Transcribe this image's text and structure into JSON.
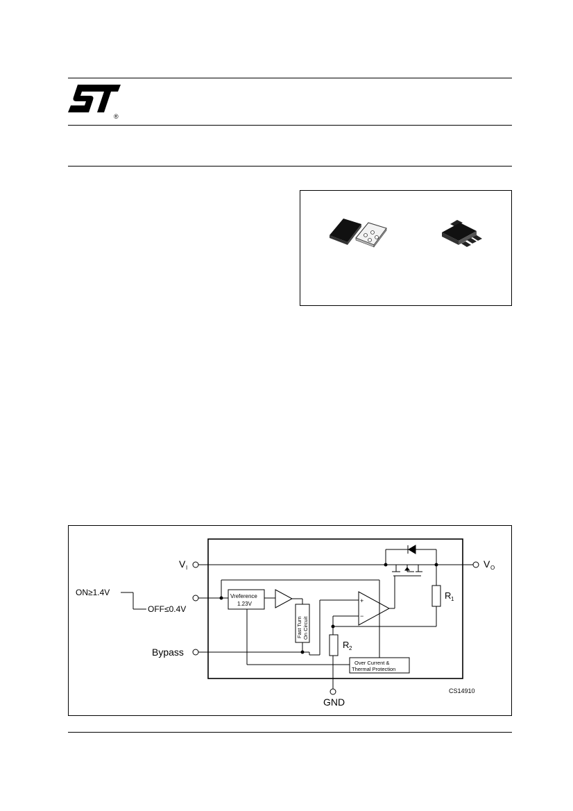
{
  "logo": {
    "text": "ST",
    "registered": "®"
  },
  "packages": [
    {
      "name": "dfn-package-image"
    },
    {
      "name": "sot223-package-image"
    }
  ],
  "diagram": {
    "vi_label": "V",
    "vi_sub": "I",
    "vo_label": "V",
    "vo_sub": "O",
    "on_label": "ON≥1.4V",
    "off_label": "OFF≤0.4V",
    "bypass_label": "Bypass",
    "gnd_label": "GND",
    "vref_line1": "Vreference",
    "vref_line2": "1.23V",
    "fast_turn_line1": "Fast Turn",
    "fast_turn_line2": "On Circuit",
    "plus": "+",
    "minus": "−",
    "r1_label": "R",
    "r1_sub": "1",
    "r2_label": "R",
    "r2_sub": "2",
    "protection_line1": "Over Current  &",
    "protection_line2": "Thermal  Protection",
    "code": "CS14910"
  }
}
